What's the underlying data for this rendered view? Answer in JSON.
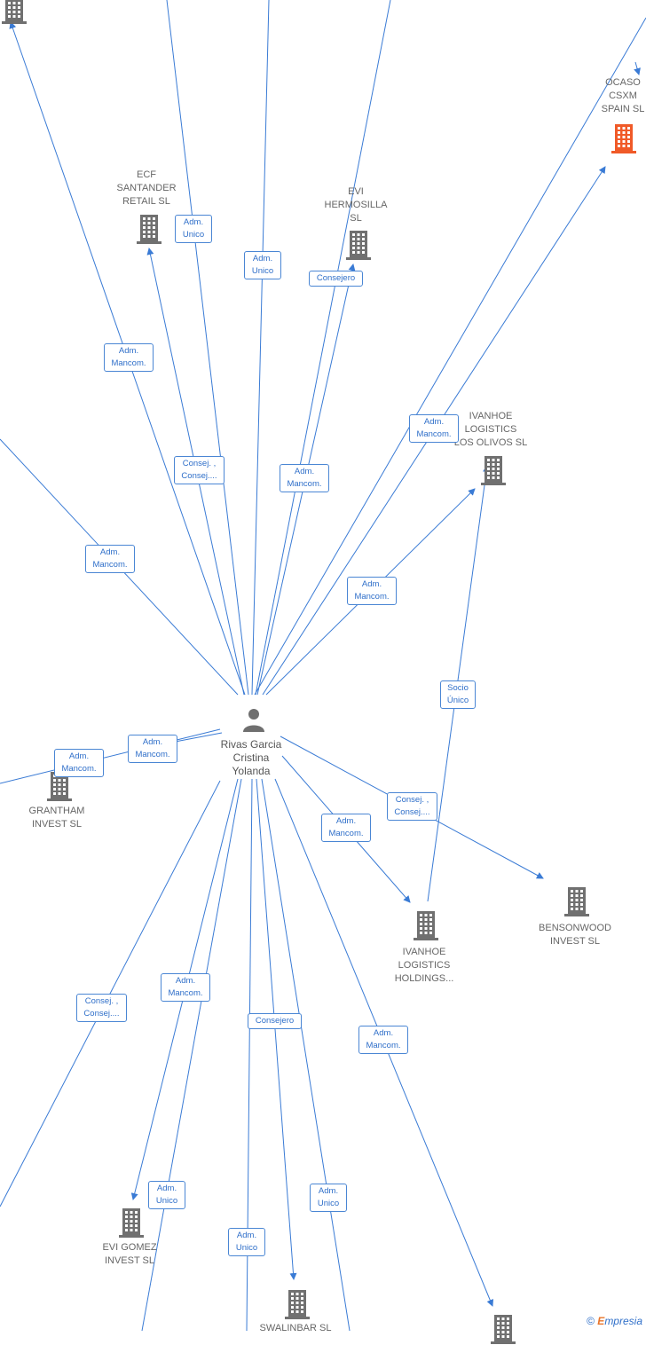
{
  "center": {
    "name": "Rivas Garcia\nCristina\nYolanda"
  },
  "companies": [
    {
      "id": "ocaso",
      "label": "OCASO\nCSXM\nSPAIN  SL",
      "color": "#f05a28"
    },
    {
      "id": "ecf",
      "label": "ECF\nSANTANDER\nRETAIL  SL",
      "color": "#707070"
    },
    {
      "id": "evi_hermosilla",
      "label": "EVI\nHERMOSILLA\nSL",
      "color": "#707070"
    },
    {
      "id": "ivanhoe_olivos",
      "label": "IVANHOE\nLOGISTICS\nLOS OLIVOS  SL",
      "color": "#707070"
    },
    {
      "id": "grantham",
      "label": "GRANTHAM\nINVEST  SL",
      "color": "#707070"
    },
    {
      "id": "bensonwood",
      "label": "BENSONWOOD\nINVEST  SL",
      "color": "#707070"
    },
    {
      "id": "ivanhoe_holdings",
      "label": "IVANHOE\nLOGISTICS\nHOLDINGS...",
      "color": "#707070"
    },
    {
      "id": "evi_gomez",
      "label": "EVI GOMEZ\nINVEST  SL",
      "color": "#707070"
    },
    {
      "id": "swalinbar",
      "label": "SWALINBAR  SL",
      "color": "#707070"
    },
    {
      "id": "top_left",
      "label": "",
      "color": "#707070"
    },
    {
      "id": "bottom_right",
      "label": "",
      "color": "#707070"
    }
  ],
  "edge_labels": [
    "Adm.\nUnico",
    "Adm.\nUnico",
    "Consejero",
    "Adm.\nMancom.",
    "Consej. ,\nConsej....",
    "Adm.\nMancom.",
    "Adm.\nMancom.",
    "Adm.\nMancom.",
    "Adm.\nMancom.",
    "Socio\nÚnico",
    "Adm.\nMancom.",
    "Adm.\nMancom.",
    "Consej. ,\nConsej....",
    "Adm.\nMancom.",
    "Consej. ,\nConsej....",
    "Adm.\nMancom.",
    "Consejero",
    "Adm.\nMancom.",
    "Adm.\nUnico",
    "Adm.\nUnico",
    "Adm.\nUnico"
  ],
  "edge_color": "#3a7bd5",
  "credit": {
    "symbol": "©",
    "brand_first": "E",
    "brand_rest": "mpresia"
  }
}
